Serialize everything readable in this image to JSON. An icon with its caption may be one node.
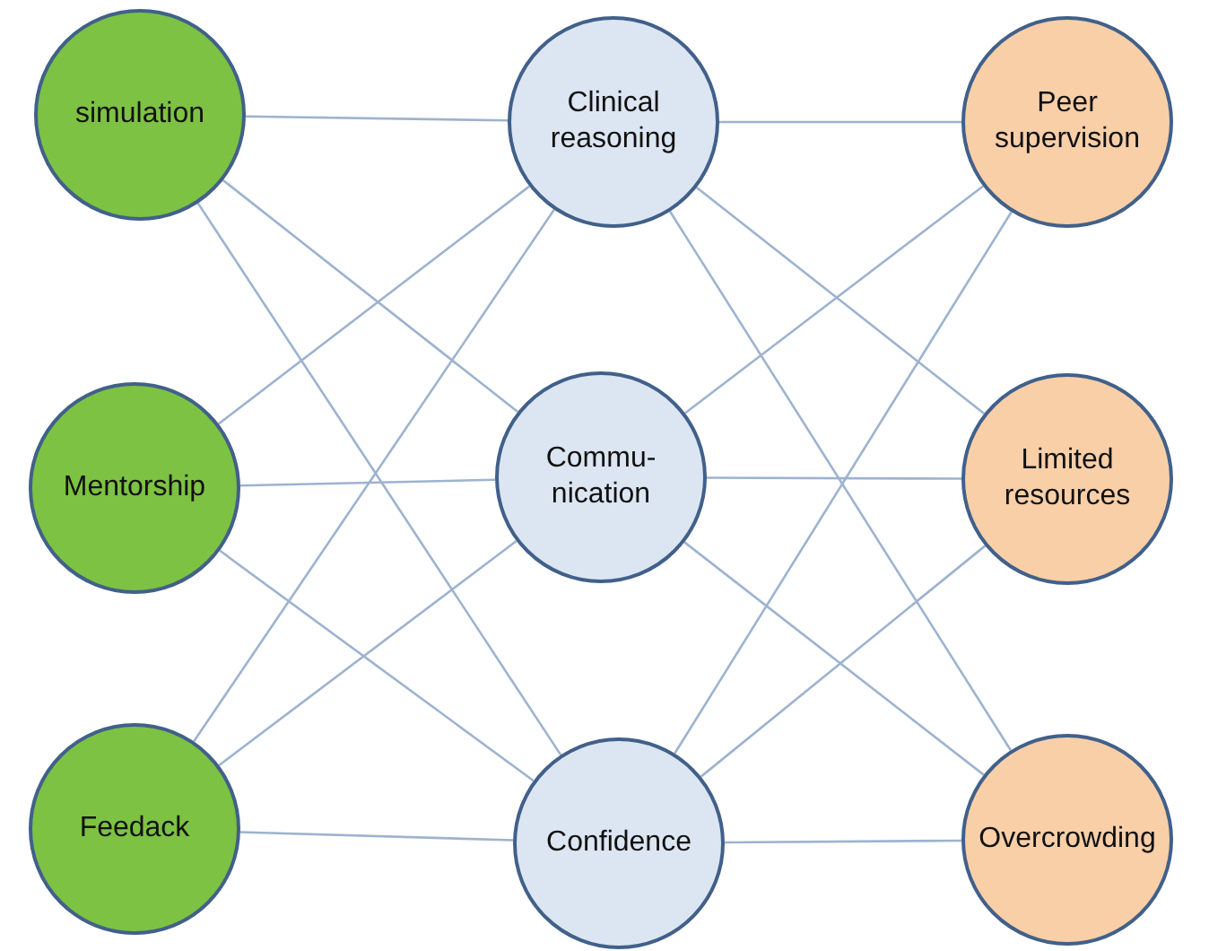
{
  "diagram": {
    "nodes": [
      {
        "text": [
          "simulation"
        ]
      },
      {
        "text": [
          "Clinical reasoning"
        ]
      },
      {
        "text": [
          "Peer supervision"
        ]
      },
      {
        "text": [
          "Mentorship"
        ]
      },
      {
        "text": [
          "Commu- nication"
        ]
      },
      {
        "text": [
          "Limited resources"
        ]
      },
      {
        "text": [
          "Feedack"
        ]
      },
      {
        "text": [
          "Confidence"
        ]
      },
      {
        "text": [
          "Overcrowding"
        ]
      }
    ],
    "edges": [
      {
        "from": 0,
        "to": 1,
        "arrow": "none"
      },
      {
        "from": 0,
        "to": 4,
        "arrow": "none"
      },
      {
        "from": 0,
        "to": 7,
        "arrow": "none"
      },
      {
        "from": 3,
        "to": 1,
        "arrow": "none"
      },
      {
        "from": 3,
        "to": 4,
        "arrow": "none"
      },
      {
        "from": 3,
        "to": 7,
        "arrow": "none"
      },
      {
        "from": 6,
        "to": 1,
        "arrow": "none"
      },
      {
        "from": 6,
        "to": 4,
        "arrow": "none"
      },
      {
        "from": 6,
        "to": 7,
        "arrow": "none"
      },
      {
        "from": 1,
        "to": 2,
        "arrow": "none"
      },
      {
        "from": 1,
        "to": 5,
        "arrow": "none"
      },
      {
        "from": 1,
        "to": 8,
        "arrow": "none"
      },
      {
        "from": 4,
        "to": 2,
        "arrow": "none"
      },
      {
        "from": 4,
        "to": 5,
        "arrow": "none"
      },
      {
        "from": 4,
        "to": 8,
        "arrow": "none"
      },
      {
        "from": 7,
        "to": 2,
        "arrow": "none"
      },
      {
        "from": 7,
        "to": 5,
        "arrow": "none"
      },
      {
        "from": 7,
        "to": 8,
        "arrow": "none"
      }
    ]
  }
}
